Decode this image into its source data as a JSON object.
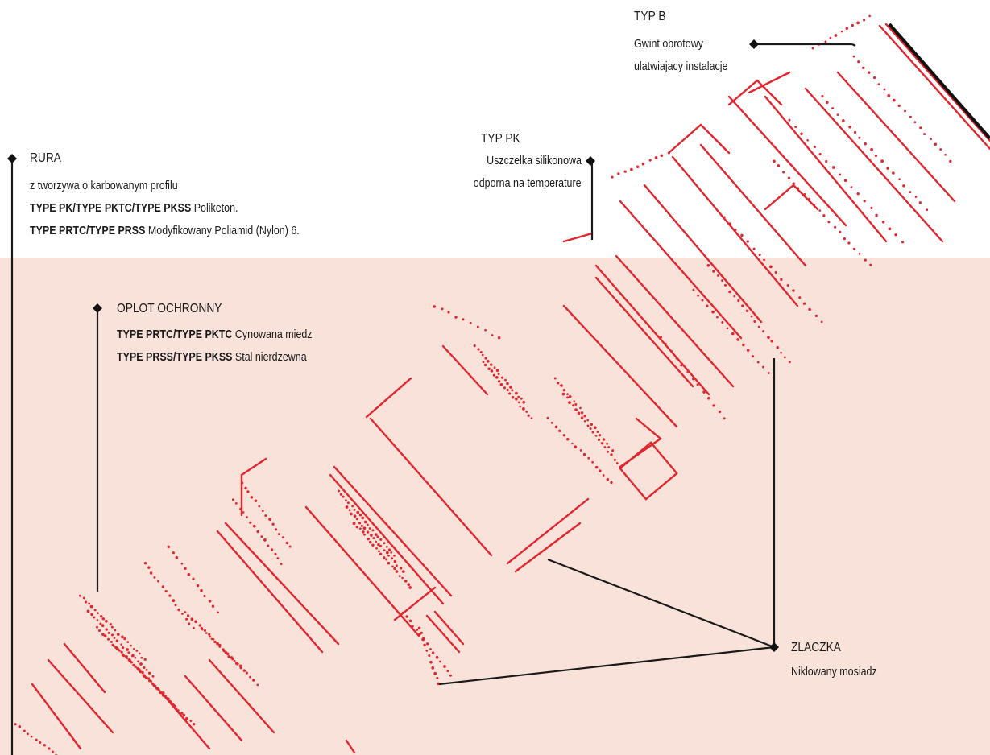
{
  "callouts": {
    "typ_b": {
      "title": "TYP B",
      "line1": "Gwint obrotowy",
      "line2": "ulatwiajacy instalacje"
    },
    "typ_pk": {
      "title": "TYP PK",
      "line1": "Uszczelka silikonowa",
      "line2": "odporna na temperature"
    },
    "rura": {
      "title": "RURA",
      "line1": "z tworzywa o karbowanym profilu",
      "line2_bold": "TYPE PK/TYPE PKTC/TYPE PKSS",
      "line2_text": " Poliketon.",
      "line3_bold": "TYPE PRTC/TYPE PRSS",
      "line3_text": " Modyfikowany Poliamid (Nylon) 6."
    },
    "oplot": {
      "title": "OPLOT OCHRONNY",
      "line1_bold": "TYPE PRTC/TYPE PKTC",
      "line1_text": " Cynowana miedz",
      "line2_bold": "TYPE PRSS/TYPE PKSS",
      "line2_text": " Stal nierdzewna"
    },
    "zlaczka": {
      "title": "ZLACZKA",
      "line1": "Niklowany mosiadz"
    }
  },
  "colors": {
    "drawing": "#e0262e",
    "background_band": "#f9e2d9",
    "leader": "#1a1a1a"
  }
}
